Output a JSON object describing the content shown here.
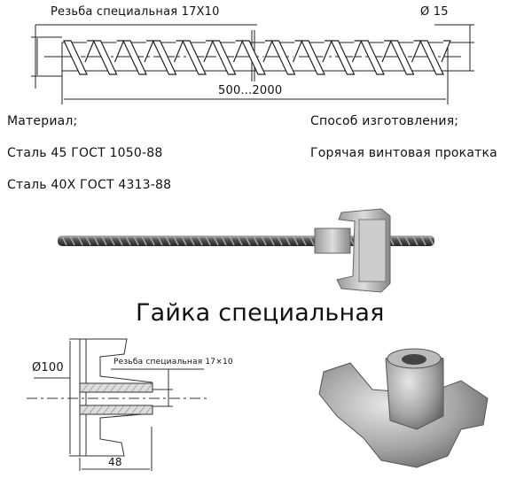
{
  "rod_drawing": {
    "thread_label": "Резьба специальная 17Х10",
    "diameter_label": "Ø 15",
    "length_label": "500...2000"
  },
  "material": {
    "heading": "Материал;",
    "items": [
      "Сталь 45 ГОСТ 1050-88",
      "Сталь 40Х ГОСТ 4313-88"
    ]
  },
  "manufacturing": {
    "heading": "Способ изготовления;",
    "method": "Горячая винтовая прокатка"
  },
  "nut_section": {
    "title": "Гайка специальная",
    "diameter_label": "Ø100",
    "thread_label": "Резьба специальная 17×10",
    "length_label": "48"
  }
}
